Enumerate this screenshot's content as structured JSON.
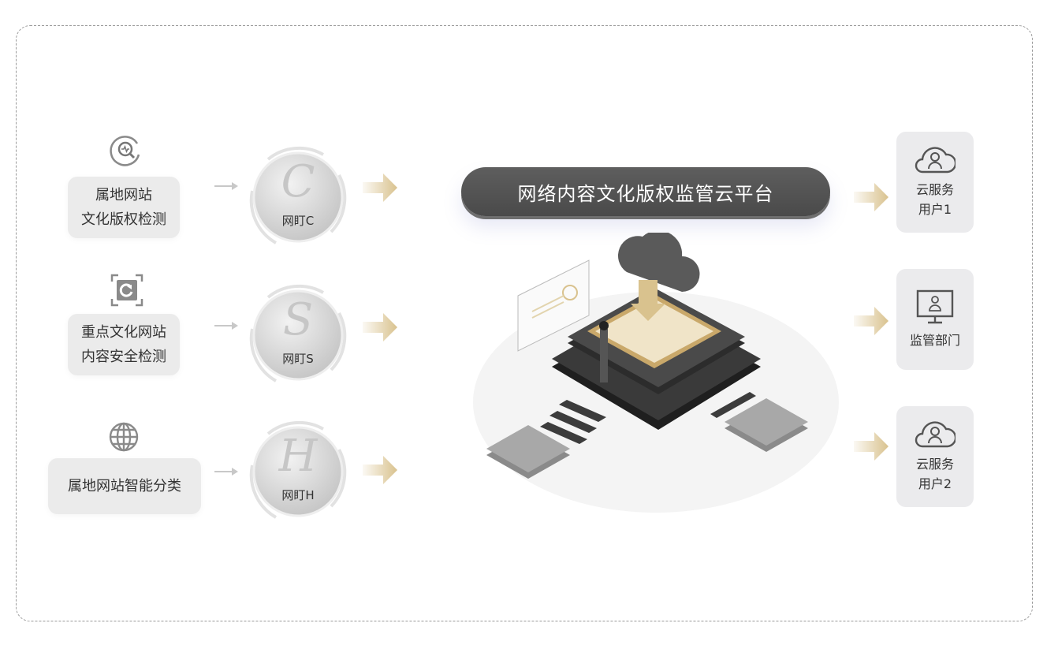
{
  "inputs": [
    {
      "icon": "magnify-pulse-icon",
      "lines": [
        "属地网站",
        "文化版权检测"
      ]
    },
    {
      "icon": "scan-refresh-icon",
      "lines": [
        "重点文化网站",
        "内容安全检测"
      ]
    },
    {
      "icon": "globe-icon",
      "lines": [
        "属地网站智能分类"
      ]
    }
  ],
  "coins": [
    {
      "letter": "C",
      "label": "网盯C"
    },
    {
      "letter": "S",
      "label": "网盯S"
    },
    {
      "letter": "H",
      "label": "网盯H"
    }
  ],
  "platform": {
    "title": "网络内容文化版权监管云平台"
  },
  "outputs": [
    {
      "icon": "cloud-user-icon",
      "lines": [
        "云服务",
        "用户1"
      ]
    },
    {
      "icon": "monitor-user-icon",
      "lines": [
        "监管部门"
      ]
    },
    {
      "icon": "cloud-user-icon",
      "lines": [
        "云服务",
        "用户2"
      ]
    }
  ],
  "colors": {
    "accent_gold": "#d9c28e",
    "pill": "#545454",
    "card": "#ebebeb"
  }
}
